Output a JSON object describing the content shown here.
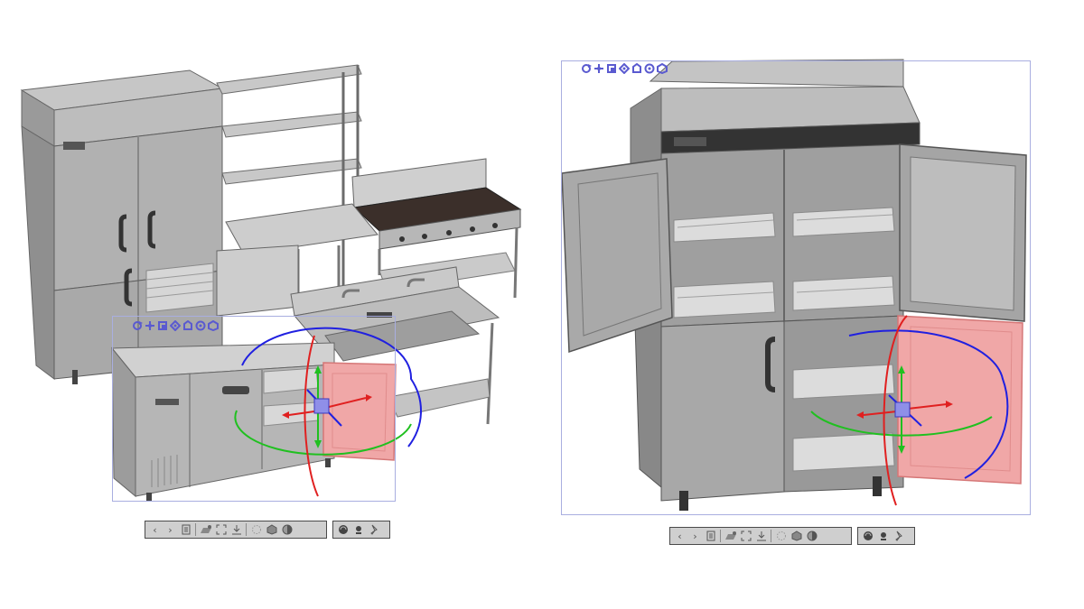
{
  "colors": {
    "background": "#ffffff",
    "selection_outline": "#a9aee0",
    "gizmo_icons": "#5a5ad0",
    "toolbar_bg": "#cfcfcf",
    "toolbar_border": "#4a4a4a",
    "selected_door": "#f0a7a7",
    "axis_x": "#e02020",
    "axis_y": "#20c020",
    "axis_z": "#2020e0"
  },
  "viewports": [
    {
      "id": "left",
      "model": "kitchen-equipment-assembly",
      "selection": "undercounter-fridge-door",
      "gizmo_icons": [
        "rotate-icon",
        "move-icon",
        "scale-icon",
        "transform-icon",
        "snap-icon",
        "pivot-icon",
        "parent-icon"
      ],
      "toolbar": {
        "left_group": [
          "prev-icon",
          "next-icon",
          "list-icon",
          "save-icon",
          "frame-icon",
          "focus-icon",
          "orbit-icon",
          "view-icon",
          "shading-icon"
        ],
        "right_group": [
          "material-icon",
          "light-icon",
          "pin-icon"
        ]
      }
    },
    {
      "id": "right",
      "model": "four-door-refrigerator",
      "selection": "lower-right-door",
      "gizmo_icons": [
        "rotate-icon",
        "move-icon",
        "scale-icon",
        "transform-icon",
        "snap-icon",
        "pivot-icon",
        "parent-icon"
      ],
      "toolbar": {
        "left_group": [
          "prev-icon",
          "next-icon",
          "list-icon",
          "save-icon",
          "frame-icon",
          "focus-icon",
          "orbit-icon",
          "view-icon",
          "shading-icon"
        ],
        "right_group": [
          "material-icon",
          "light-icon",
          "pin-icon"
        ]
      }
    }
  ]
}
